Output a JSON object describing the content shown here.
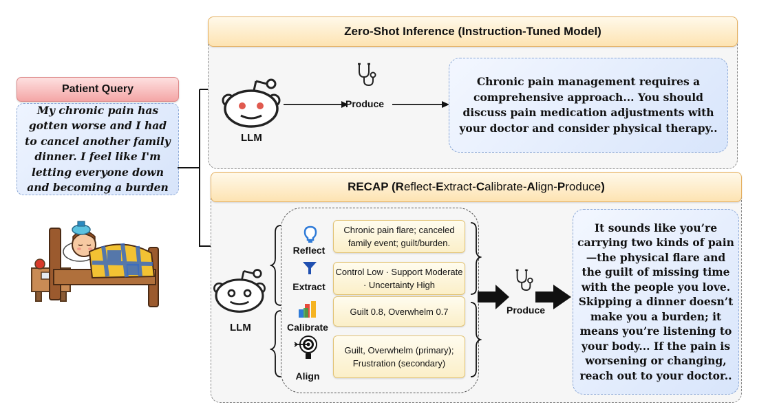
{
  "patient": {
    "title": "Patient Query",
    "query": "My chronic pain has gotten worse and I had to cancel another family dinner. I feel like I'm letting everyone down and becoming a burden"
  },
  "zero_shot": {
    "title": "Zero-Shot Inference (Instruction-Tuned Model)",
    "llm_label": "LLM",
    "produce_label": "Produce",
    "response": "Chronic pain management requires a comprehensive approach... You should discuss pain medication adjustments with your doctor and consider physical therapy.."
  },
  "recap": {
    "title_parts": [
      {
        "text": "RECAP (",
        "bold": true
      },
      {
        "text": "R",
        "bold": true
      },
      {
        "text": "eflect-",
        "bold": false
      },
      {
        "text": "E",
        "bold": true
      },
      {
        "text": "xtract-",
        "bold": false
      },
      {
        "text": "C",
        "bold": true
      },
      {
        "text": "alibrate-",
        "bold": false
      },
      {
        "text": "A",
        "bold": true
      },
      {
        "text": "lign-",
        "bold": false
      },
      {
        "text": "P",
        "bold": true
      },
      {
        "text": "roduce",
        "bold": false
      },
      {
        "text": ")",
        "bold": true
      }
    ],
    "llm_label": "LLM",
    "produce_label": "Produce",
    "steps": {
      "reflect": {
        "label": "Reflect",
        "text": "Chronic pain flare; canceled family event; guilt/burden."
      },
      "extract": {
        "label": "Extract",
        "text": "Control Low · Support Moderate · Uncertainty High"
      },
      "calibrate": {
        "label": "Calibrate",
        "text": "Guilt 0.8, Overwhelm 0.7"
      },
      "align": {
        "label": "Align",
        "text": "Guilt, Overwhelm (primary); Frustration (secondary)"
      }
    },
    "response": "It sounds like you’re carrying two kinds of pain—the physical flare and the guilt of missing time with the people you love. Skipping a dinner doesn’t make you a burden; it means you’re listening to your body... If the pain is worsening or changing, reach out to your doctor.."
  },
  "colors": {
    "header_orange": "#fde3b2",
    "patient_header": "#f4a6a6",
    "blue_box": "#d8e5fb",
    "step_box": "#fbefc8",
    "llm_eye": "#e05a4f",
    "reflect_icon": "#2f7bd8",
    "extract_icon": "#1f4fb0"
  },
  "icons": [
    "llm-robot-icon",
    "stethoscope-icon",
    "lightbulb-icon",
    "funnel-icon",
    "bar-chart-icon",
    "target-icon",
    "sick-patient-illustration"
  ]
}
